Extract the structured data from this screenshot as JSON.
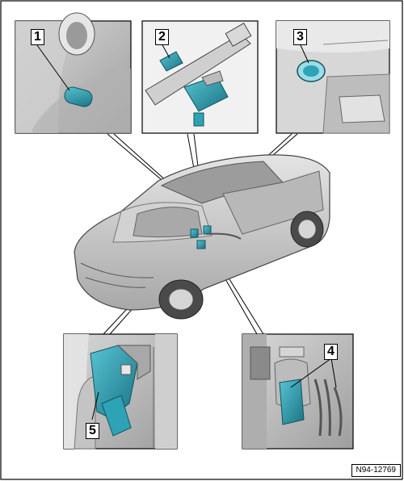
{
  "callouts": {
    "c1": "1",
    "c2": "2",
    "c3": "3",
    "c4": "4",
    "c5": "5"
  },
  "figure_id": "N94-12769",
  "colors": {
    "component_cyan": "#2ea3b5",
    "component_dark": "#1a7383",
    "body_gray": "#c8c8c8",
    "panel_gray": "#bdbdbd",
    "line": "#000000"
  }
}
